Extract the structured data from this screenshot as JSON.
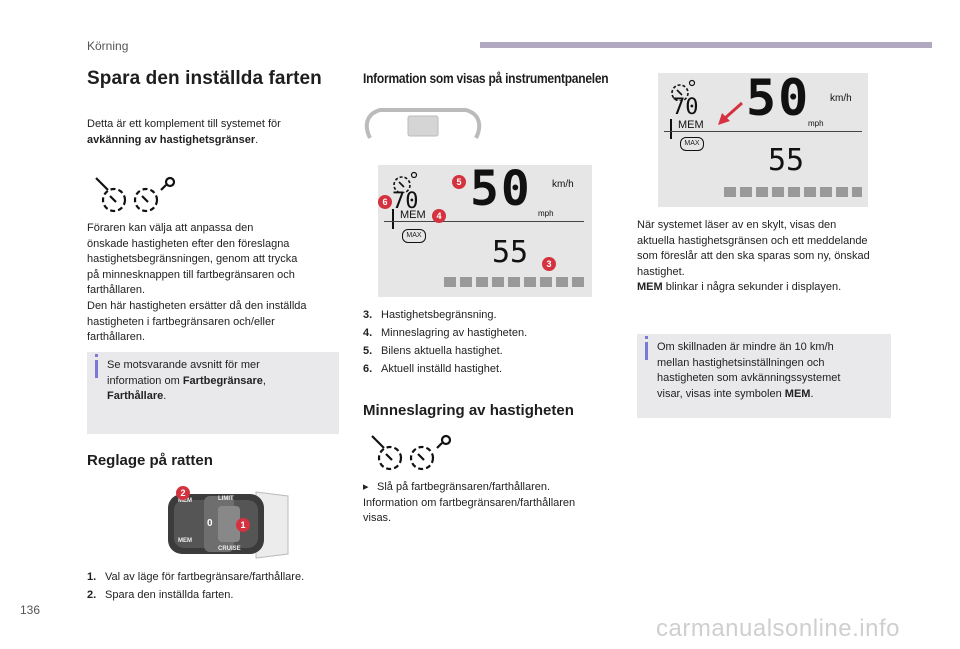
{
  "header": {
    "section": "Körning"
  },
  "left": {
    "title": "Spara den inställda farten",
    "intro_1": "Detta är ett komplement till systemet för",
    "intro_bold": "avkänning av hastighetsgränser",
    "intro_end": ".",
    "body_lines": [
      "Föraren kan välja att anpassa den",
      "önskade hastigheten efter den föreslagna",
      "hastighetsbegränsningen, genom att trycka",
      "på minnesknappen till fartbegränsaren och",
      "farthållaren.",
      "Den här hastigheten ersätter då den inställda",
      "hastigheten i fartbegränsaren och/eller",
      "farthållaren."
    ],
    "note_1": "Se motsvarande avsnitt för mer",
    "note_2": "information om",
    "note_bold_1": "Fartbegränsare",
    "note_comma": ",",
    "note_bold_2": "Farthållare",
    "note_end": ".",
    "controls_title": "Reglage på ratten",
    "controls_items": [
      {
        "num": "1.",
        "text": "Val av läge för fartbegränsare/farthållare."
      },
      {
        "num": "2.",
        "text": "Spara den inställda farten."
      }
    ],
    "stalk_labels": {
      "mem_top": "MEM",
      "mem_bottom": "MEM",
      "limit": "LIMIT",
      "cruise": "CRUISE",
      "zero": "0",
      "b1": "1",
      "b2": "2"
    }
  },
  "middle": {
    "title": "Information som visas på instrumentpanelen",
    "display": {
      "speed_big": "50",
      "unit_top": "km/h",
      "unit_bottom": "mph",
      "mem": "MEM",
      "limit": "70",
      "max": "MAX",
      "small": "55"
    },
    "badges": [
      "5",
      "6",
      "4",
      "3"
    ],
    "legend": [
      {
        "num": "3.",
        "text": "Hastighetsbegränsning."
      },
      {
        "num": "4.",
        "text": "Minneslagring av hastigheten."
      },
      {
        "num": "5.",
        "text": "Bilens aktuella hastighet."
      },
      {
        "num": "6.",
        "text": "Aktuell inställd hastighet."
      }
    ],
    "memory_title": "Minneslagring av hastigheten",
    "step_1": "Slå på fartbegränsaren/farthållaren.",
    "step_2": "Information om fartbegränsaren/farthållaren",
    "step_3": "visas."
  },
  "right": {
    "display": {
      "speed_big": "50",
      "unit_top": "km/h",
      "unit_bottom": "mph",
      "mem": "MEM",
      "limit": "70",
      "max": "MAX",
      "small": "55"
    },
    "body_lines": [
      "När systemet läser av en skylt, visas den",
      "aktuella hastighetsgränsen och ett meddelande",
      "som föreslår att den ska sparas som ny, önskad",
      "hastighet."
    ],
    "mem_bold": "MEM",
    "mem_rest": " blinkar i några sekunder i displayen.",
    "note_lines": [
      "Om skillnaden är mindre än 10 km/h",
      "mellan hastighetsinställningen och",
      "hastigheten som avkänningssystemet"
    ],
    "note_last": "visar, visas inte symbolen",
    "note_bold": "MEM",
    "note_end": "."
  },
  "footer": {
    "page": "136",
    "watermark": "carmanualsonline.info"
  }
}
